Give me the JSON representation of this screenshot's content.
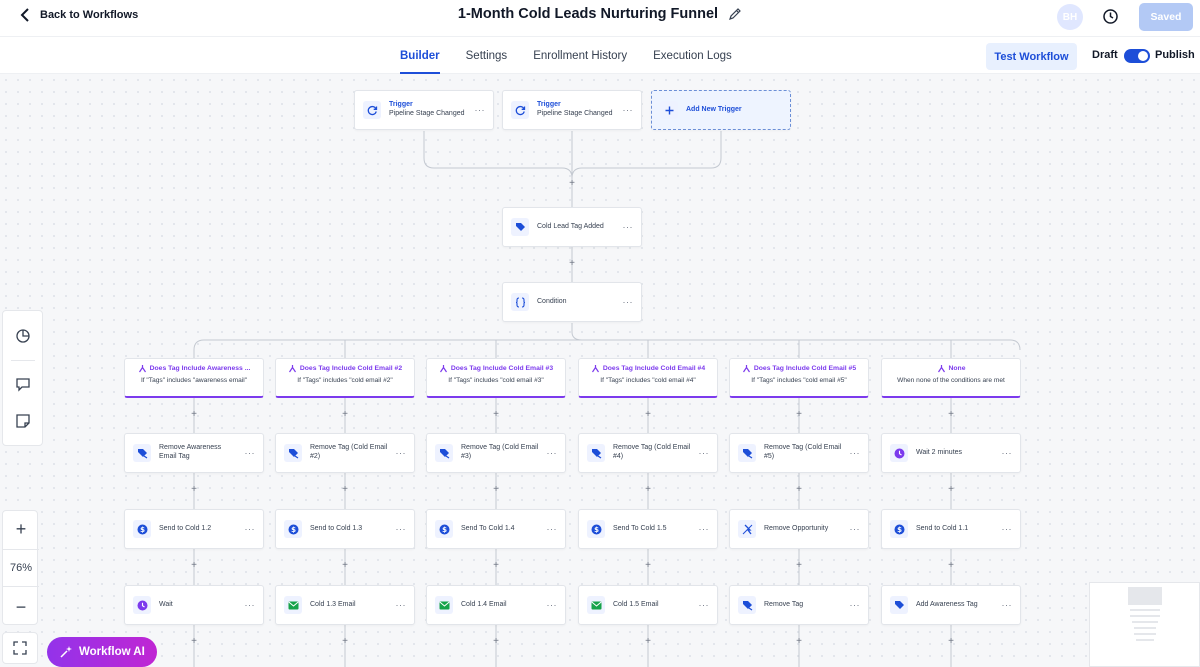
{
  "header": {
    "back_label": "Back to Workflows",
    "title": "1-Month Cold Leads Nurturing Funnel",
    "avatar_initials": "BH",
    "saved_label": "Saved"
  },
  "nav": {
    "tabs": [
      "Builder",
      "Settings",
      "Enrollment History",
      "Execution Logs"
    ],
    "active_tab": "Builder",
    "test_label": "Test Workflow",
    "draft_label": "Draft",
    "publish_label": "Publish",
    "publish_on": true
  },
  "triggers": [
    {
      "title": "Trigger",
      "subtitle": "Pipeline Stage Changed"
    },
    {
      "title": "Trigger",
      "subtitle": "Pipeline Stage Changed"
    }
  ],
  "add_trigger_label": "Add New Trigger",
  "steps": {
    "tag_added": "Cold Lead Tag Added",
    "condition": "Condition"
  },
  "branches": [
    {
      "title": "Does Tag Include Awareness ...",
      "subtitle": "If \"Tags\" includes \"awareness email\"",
      "actions": [
        {
          "label": "Remove Awareness Email Tag",
          "icon": "tag-remove-icon"
        },
        {
          "label": "Send to Cold 1.2",
          "icon": "dollar-icon"
        },
        {
          "label": "Wait",
          "icon": "clock-icon"
        }
      ]
    },
    {
      "title": "Does Tag Include Cold Email #2",
      "subtitle": "If \"Tags\" includes \"cold email #2\"",
      "actions": [
        {
          "label": "Remove Tag (Cold Email #2)",
          "icon": "tag-remove-icon"
        },
        {
          "label": "Send to Cold 1.3",
          "icon": "dollar-icon"
        },
        {
          "label": "Cold 1.3 Email",
          "icon": "email-icon"
        }
      ]
    },
    {
      "title": "Does Tag Include Cold Email #3",
      "subtitle": "If \"Tags\" includes \"cold email #3\"",
      "actions": [
        {
          "label": "Remove Tag (Cold Email #3)",
          "icon": "tag-remove-icon"
        },
        {
          "label": "Send To Cold 1.4",
          "icon": "dollar-icon"
        },
        {
          "label": "Cold 1.4 Email",
          "icon": "email-icon"
        }
      ]
    },
    {
      "title": "Does Tag Include Cold Email #4",
      "subtitle": "If \"Tags\" includes \"cold email #4\"",
      "actions": [
        {
          "label": "Remove Tag (Cold Email #4)",
          "icon": "tag-remove-icon"
        },
        {
          "label": "Send To Cold 1.5",
          "icon": "dollar-icon"
        },
        {
          "label": "Cold 1.5 Email",
          "icon": "email-icon"
        }
      ]
    },
    {
      "title": "Does Tag Include Cold Email #5",
      "subtitle": "If \"Tags\" includes \"cold email #5\"",
      "actions": [
        {
          "label": "Remove Tag (Cold Email #5)",
          "icon": "tag-remove-icon"
        },
        {
          "label": "Remove Opportunity",
          "icon": "remove-opportunity-icon"
        },
        {
          "label": "Remove Tag",
          "icon": "tag-remove-icon"
        }
      ]
    },
    {
      "title": "None",
      "subtitle": "When none of the conditions are met",
      "actions": [
        {
          "label": "Wait 2 minutes",
          "icon": "clock-icon"
        },
        {
          "label": "Send to Cold 1.1",
          "icon": "dollar-icon"
        },
        {
          "label": "Add Awareness Tag",
          "icon": "tag-add-icon"
        }
      ]
    }
  ],
  "zoom": {
    "level": "76%",
    "plus": "+",
    "minus": "−"
  },
  "ai_label": "Workflow AI",
  "colors": {
    "accent": "#1d4ed8",
    "branch": "#7c3aed",
    "email": "#16a34a",
    "ai_start": "#9333ea",
    "ai_end": "#c026d3"
  }
}
